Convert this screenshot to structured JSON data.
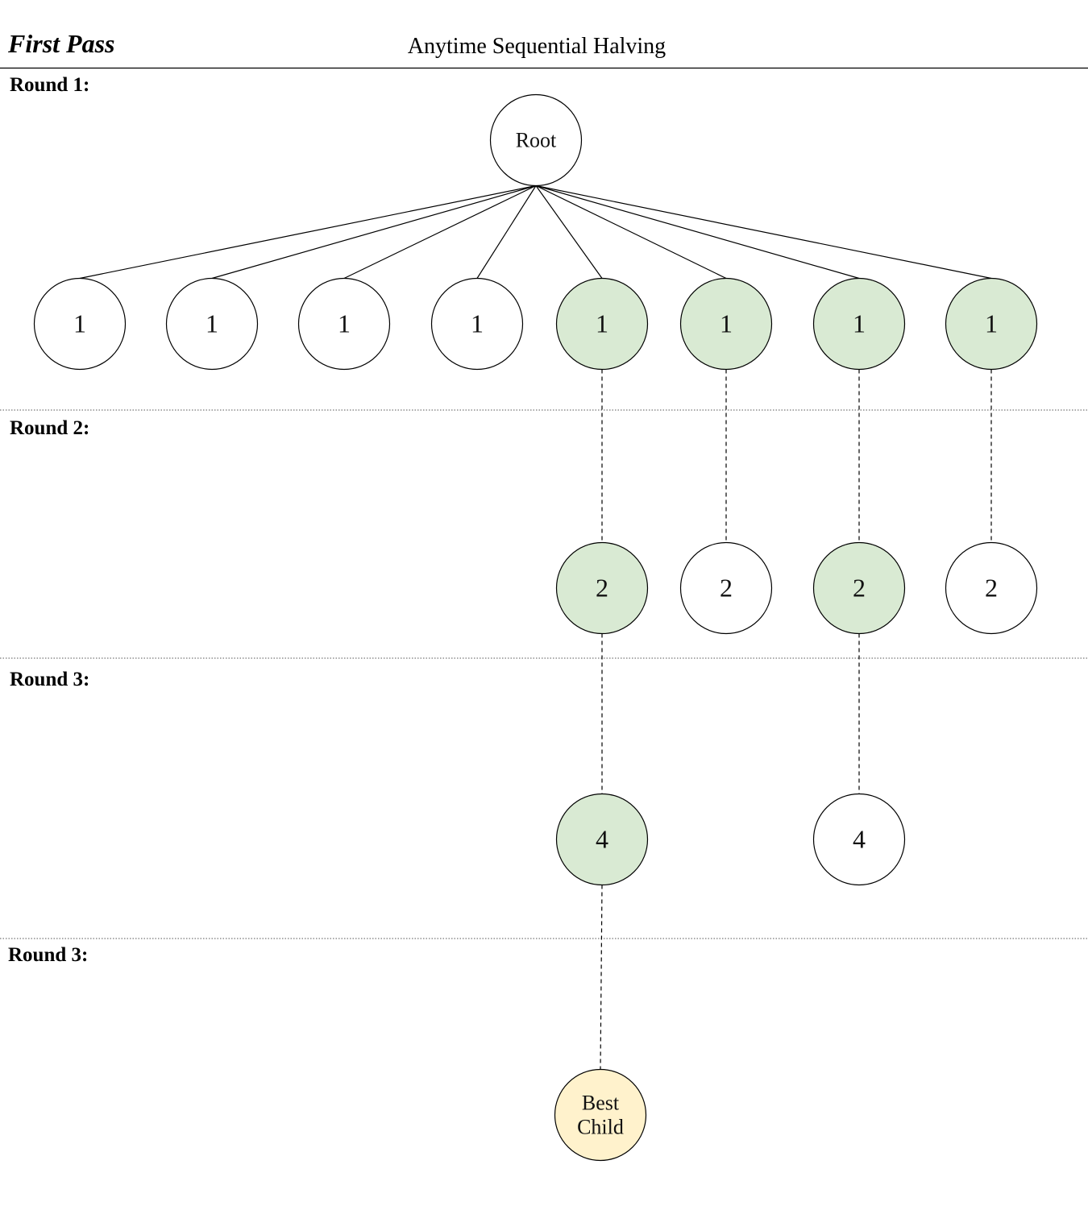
{
  "header": {
    "pass_title": "First Pass",
    "title": "Anytime Sequential Halving"
  },
  "rounds": [
    "Round 1:",
    "Round 2:",
    "Round 3:",
    "Round 3:"
  ],
  "colors": {
    "selected": "#d9ead3",
    "unselected": "#ffffff",
    "best": "#fff2cc",
    "stroke": "#000000"
  },
  "tree": {
    "root": {
      "label": "Root"
    },
    "round1": [
      {
        "label": "1",
        "selected": false
      },
      {
        "label": "1",
        "selected": false
      },
      {
        "label": "1",
        "selected": false
      },
      {
        "label": "1",
        "selected": false
      },
      {
        "label": "1",
        "selected": true
      },
      {
        "label": "1",
        "selected": true
      },
      {
        "label": "1",
        "selected": true
      },
      {
        "label": "1",
        "selected": true
      }
    ],
    "round2": [
      {
        "label": "2",
        "selected": true
      },
      {
        "label": "2",
        "selected": false
      },
      {
        "label": "2",
        "selected": true
      },
      {
        "label": "2",
        "selected": false
      }
    ],
    "round3": [
      {
        "label": "4",
        "selected": true
      },
      {
        "label": "4",
        "selected": false
      }
    ],
    "final": {
      "line1": "Best",
      "line2": "Child"
    }
  }
}
